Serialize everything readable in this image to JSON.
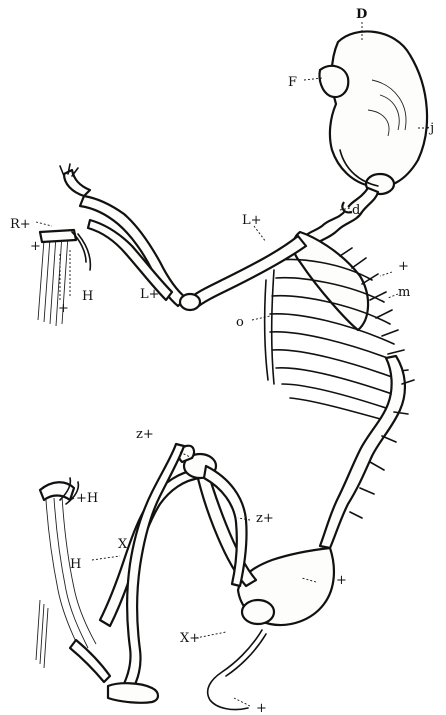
{
  "plate": {
    "labels": {
      "skull_top": "D",
      "skull_upper": "F",
      "skull_side": "·j",
      "neck_left": "d",
      "scapula": "L+",
      "rib_right": "+",
      "rib_right2": "m",
      "humerus": "L+",
      "ulna": "o",
      "forefoot_a": "R+",
      "forefoot_b": "+",
      "forefoot_c": "H",
      "forefoot_d": "+",
      "femur_top": "z+",
      "femur": "z+",
      "pelvis": "+",
      "hip": "X+",
      "tibia": "X",
      "hindfoot": "+H",
      "hindfoot_b": "H",
      "tail": "+"
    }
  }
}
